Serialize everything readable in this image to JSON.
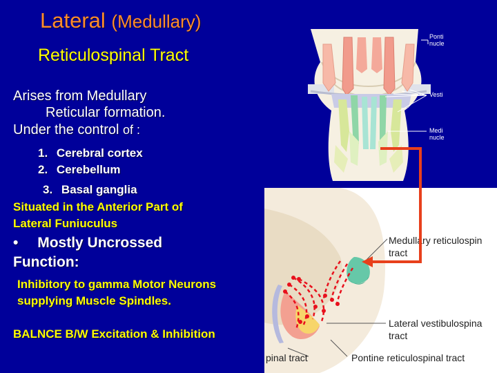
{
  "title": {
    "line1_main": "Lateral",
    "line1_sub": "(Medullary)",
    "line2": "Reticulospinal Tract"
  },
  "body": {
    "arises_1": "Arises from Medullary",
    "arises_2": "Reticular formation.",
    "control_1": "Under the control",
    "control_2": "of :",
    "list": [
      {
        "num": "1.",
        "text": "Cerebral cortex"
      },
      {
        "num": "2.",
        "text": "Cerebellum"
      },
      {
        "num": "3.",
        "text": "Basal ganglia"
      }
    ],
    "situated_1": "Situated in the Anterior Part of",
    "situated_2": "Lateral Funiuculus",
    "bullet": "•",
    "uncrossed": "Mostly Uncrossed",
    "function": "Function:",
    "inhibitory_1": "Inhibitory to gamma Motor Neurons",
    "inhibitory_2": "supplying Muscle Spindles.",
    "balance": "BALNCE B/W Excitation & Inhibition"
  },
  "top_figure": {
    "label_1a": "Ponti",
    "label_1b": "nucle",
    "label_2": "Vesti",
    "label_3a": "Medi",
    "label_3b": "nucle"
  },
  "bottom_figure": {
    "medullary_1": "Medullary reticulospin",
    "medullary_2": "tract",
    "lateral_vest_1": "Lateral vestibulospina",
    "lateral_vest_2": "tract",
    "spinal_tract": "pinal tract",
    "pontine": "Pontine reticulospinal tract"
  },
  "colors": {
    "background": "#00009a",
    "title_orange": "#ff8c2a",
    "title_yellow": "#ffff00",
    "arrow_red": "#e8401c"
  }
}
